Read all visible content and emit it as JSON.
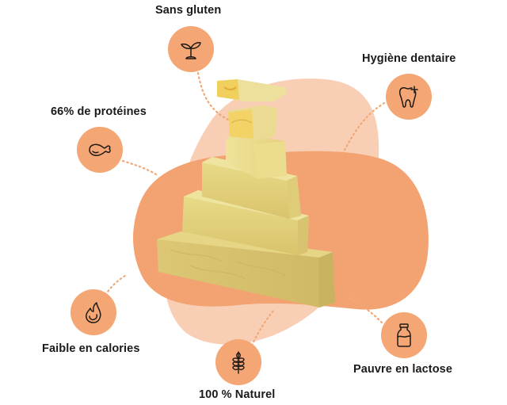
{
  "colors": {
    "circle": "#f4a674",
    "blob_dark": "#f3a371",
    "blob_light": "#f8cfb5",
    "dotted_line": "#f0a877",
    "label": "#1a1a1a",
    "icon_stroke": "#1f1a16"
  },
  "center_image": {
    "subject": "stacked-cheese-blocks",
    "blocks": 6
  },
  "features": [
    {
      "id": "sans-gluten",
      "label": "Sans gluten",
      "icon": "sprout-icon"
    },
    {
      "id": "hygiene-dentaire",
      "label": "Hygiène dentaire",
      "icon": "tooth-icon"
    },
    {
      "id": "proteines",
      "label": "66% de protéines",
      "icon": "drumstick-icon"
    },
    {
      "id": "faible-calories",
      "label": "Faible en calories",
      "icon": "flame-icon"
    },
    {
      "id": "naturel",
      "label": "100 % Naturel",
      "icon": "wheat-icon"
    },
    {
      "id": "pauvre-lactose",
      "label": "Pauvre en lactose",
      "icon": "milk-bottle-icon"
    }
  ]
}
